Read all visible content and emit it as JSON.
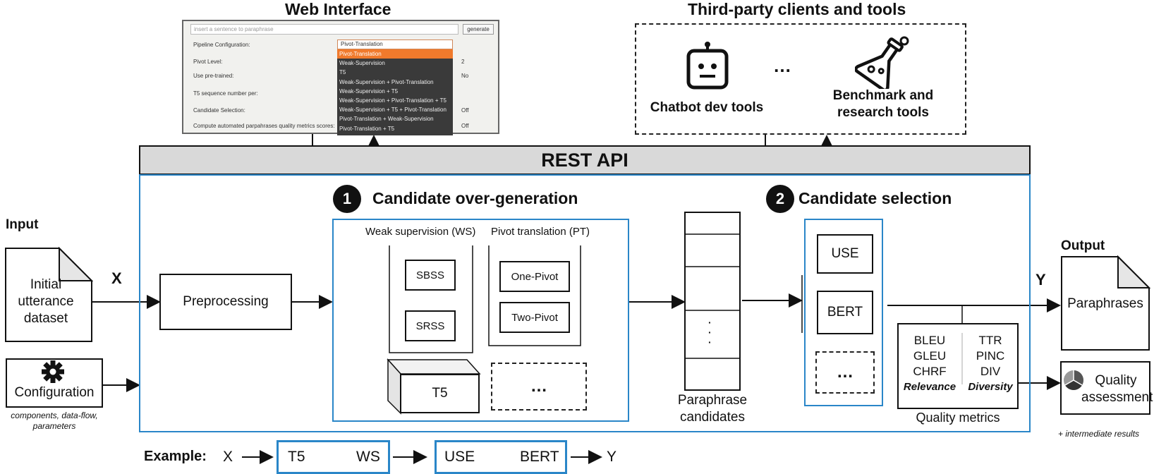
{
  "web_interface": {
    "title": "Web Interface",
    "input_placeholder": "insert a sentence to paraphrase",
    "generate_label": "generate",
    "rows": [
      "Pipeline Configuration:",
      "Pivot Level:",
      "Use pre-trained:",
      "T5 sequence number per:",
      "Candidate Selection:",
      "Compute automated parpahrases quality metrics scores:"
    ],
    "selected": "Pivot-Translation",
    "options": [
      "Pivot-Translation",
      "Weak-Supervision",
      "T5",
      "Weak-Supervision + Pivot-Translation",
      "Weak-Supervision + T5",
      "Weak-Supervision + Pivot-Translation + T5",
      "Weak-Supervision + T5 + Pivot-Translation",
      "Pivot-Translation + Weak-Supervision",
      "Pivot-Translation + T5"
    ],
    "right_values": [
      "2",
      "No",
      "Off",
      "Off"
    ]
  },
  "third_party": {
    "title": "Third-party clients and tools",
    "chatbot_label": "Chatbot dev tools",
    "ellipsis": "…",
    "benchmark_label": "Benchmark and research tools"
  },
  "rest_api": "REST API",
  "input": {
    "title": "Input",
    "dataset_label": "Initial utterance dataset",
    "x_label": "X"
  },
  "configuration": {
    "label": "Configuration",
    "caption": "components, data-flow, parameters"
  },
  "preprocessing": "Preprocessing",
  "overgen": {
    "number": "1",
    "title": "Candidate over-generation",
    "ws_header": "Weak supervision (WS)",
    "pt_header": "Pivot translation (PT)",
    "ws_items": [
      "SBSS",
      "SRSS"
    ],
    "pt_items": [
      "One-Pivot",
      "Two-Pivot"
    ],
    "t5": "T5",
    "more": "…"
  },
  "candidates": {
    "label": "Paraphrase candidates",
    "dots": "·\n·\n·"
  },
  "selection": {
    "number": "2",
    "title": "Candidate selection",
    "items": [
      "USE",
      "BERT"
    ],
    "more": "…"
  },
  "metrics": {
    "relevance": [
      "BLEU",
      "GLEU",
      "CHRF"
    ],
    "relevance_label": "Relevance",
    "diversity": [
      "TTR",
      "PINC",
      "DIV"
    ],
    "diversity_label": "Diversity",
    "caption": "Quality metrics"
  },
  "output": {
    "title": "Output",
    "y_label": "Y",
    "paraphrases": "Paraphrases",
    "quality": "Quality assessment",
    "note": "+ intermediate results"
  },
  "example": {
    "label": "Example:",
    "x": "X",
    "step1": [
      "T5",
      "WS"
    ],
    "step2": [
      "USE",
      "BERT"
    ],
    "y": "Y"
  },
  "colors": {
    "accent_blue": "#2a86c8",
    "api_bar": "#d9d9d9",
    "dropdown_selected": "#f07a2c"
  }
}
